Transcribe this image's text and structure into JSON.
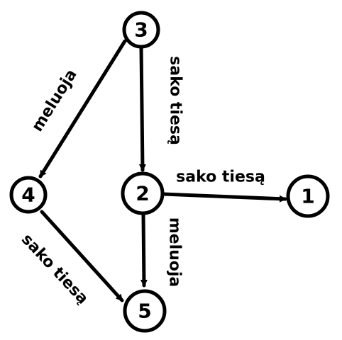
{
  "diagram": {
    "nodes": [
      {
        "id": "3",
        "label": "3"
      },
      {
        "id": "4",
        "label": "4"
      },
      {
        "id": "2",
        "label": "2"
      },
      {
        "id": "1",
        "label": "1"
      },
      {
        "id": "5",
        "label": "5"
      }
    ],
    "edges": [
      {
        "from": "3",
        "to": "4",
        "label": "meluoja"
      },
      {
        "from": "3",
        "to": "2",
        "label": "sako tiesą"
      },
      {
        "from": "2",
        "to": "1",
        "label": "sako tiesą"
      },
      {
        "from": "2",
        "to": "5",
        "label": "meluoja"
      },
      {
        "from": "4",
        "to": "5",
        "label": "sako tiesą"
      }
    ]
  }
}
